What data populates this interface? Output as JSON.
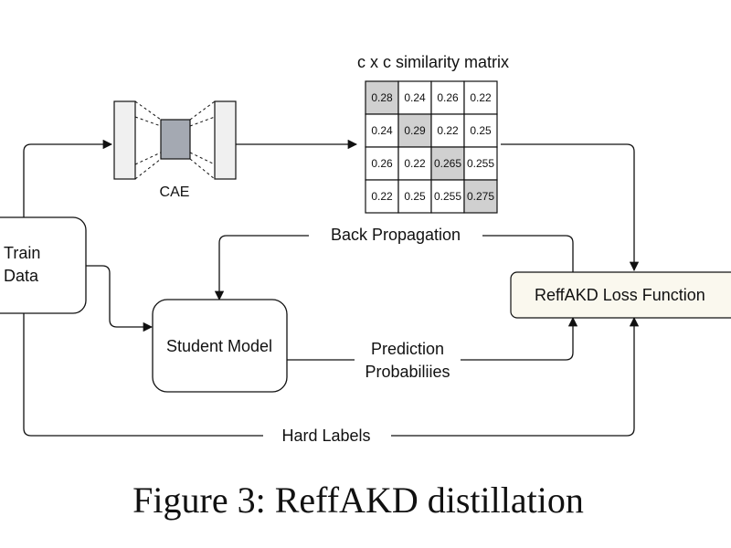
{
  "matrix": {
    "title": "c x c similarity matrix",
    "cells": [
      [
        "0.28",
        "0.24",
        "0.26",
        "0.22"
      ],
      [
        "0.24",
        "0.29",
        "0.22",
        "0.25"
      ],
      [
        "0.26",
        "0.22",
        "0.265",
        "0.255"
      ],
      [
        "0.22",
        "0.25",
        "0.255",
        "0.275"
      ]
    ],
    "highlight_color": "#d0d0d0"
  },
  "nodes": {
    "train_data": [
      "Train",
      "Data"
    ],
    "cae": "CAE",
    "student_model": "Student Model",
    "loss_function": "ReffAKD Loss Function"
  },
  "edges": {
    "back_propagation": "Back Propagation",
    "prediction_probabilities": [
      "Prediction",
      "Probabiliies"
    ],
    "hard_labels": "Hard Labels"
  },
  "caption": "Figure 3: ReffAKD distillation",
  "colors": {
    "loss_fill": "#faf8ee",
    "cae_bottleneck": "#a4a9b2",
    "cae_outer": "#f0f0f0"
  }
}
